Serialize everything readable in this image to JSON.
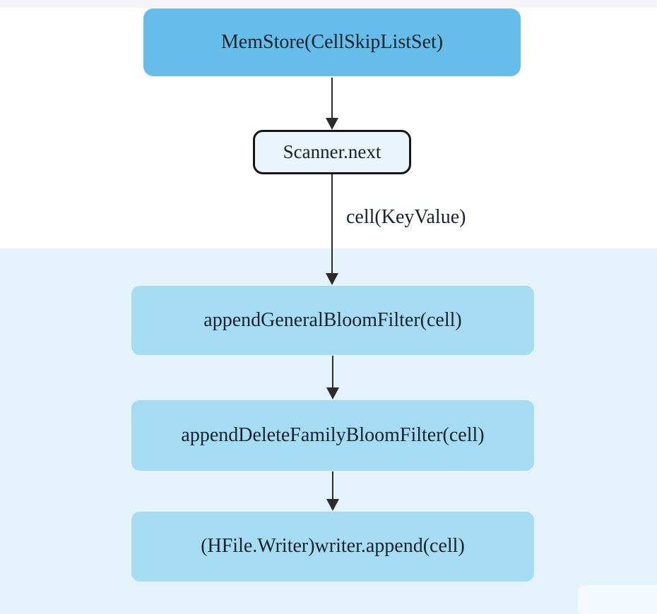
{
  "diagram": {
    "type": "flowchart",
    "direction": "top-down"
  },
  "colors": {
    "node_primary": "#67bde9",
    "node_secondary": "#a6dcf3",
    "process_fill": "#e9f4fc",
    "process_border": "#151515",
    "lower_bg": "#e4f2fb",
    "top_strip": "#f5f5f9",
    "arrow": "#2b2b2b",
    "text": "#18222c"
  },
  "nodes": [
    {
      "id": "memstore",
      "label": "MemStore(CellSkipListSet)"
    },
    {
      "id": "scanner-next",
      "label": "Scanner.next"
    },
    {
      "id": "append-general-bloom-filter",
      "label": "appendGeneralBloomFilter(cell)"
    },
    {
      "id": "append-delete-family-bloom-filter",
      "label": "appendDeleteFamilyBloomFilter(cell)"
    },
    {
      "id": "hfile-writer-append",
      "label": "(HFile.Writer)writer.append(cell)"
    }
  ],
  "edges": [
    {
      "from": "memstore",
      "to": "scanner-next",
      "label": ""
    },
    {
      "from": "scanner-next",
      "to": "append-general-bloom-filter",
      "label": "cell(KeyValue)"
    },
    {
      "from": "append-general-bloom-filter",
      "to": "append-delete-family-bloom-filter",
      "label": ""
    },
    {
      "from": "append-delete-family-bloom-filter",
      "to": "hfile-writer-append",
      "label": ""
    }
  ]
}
